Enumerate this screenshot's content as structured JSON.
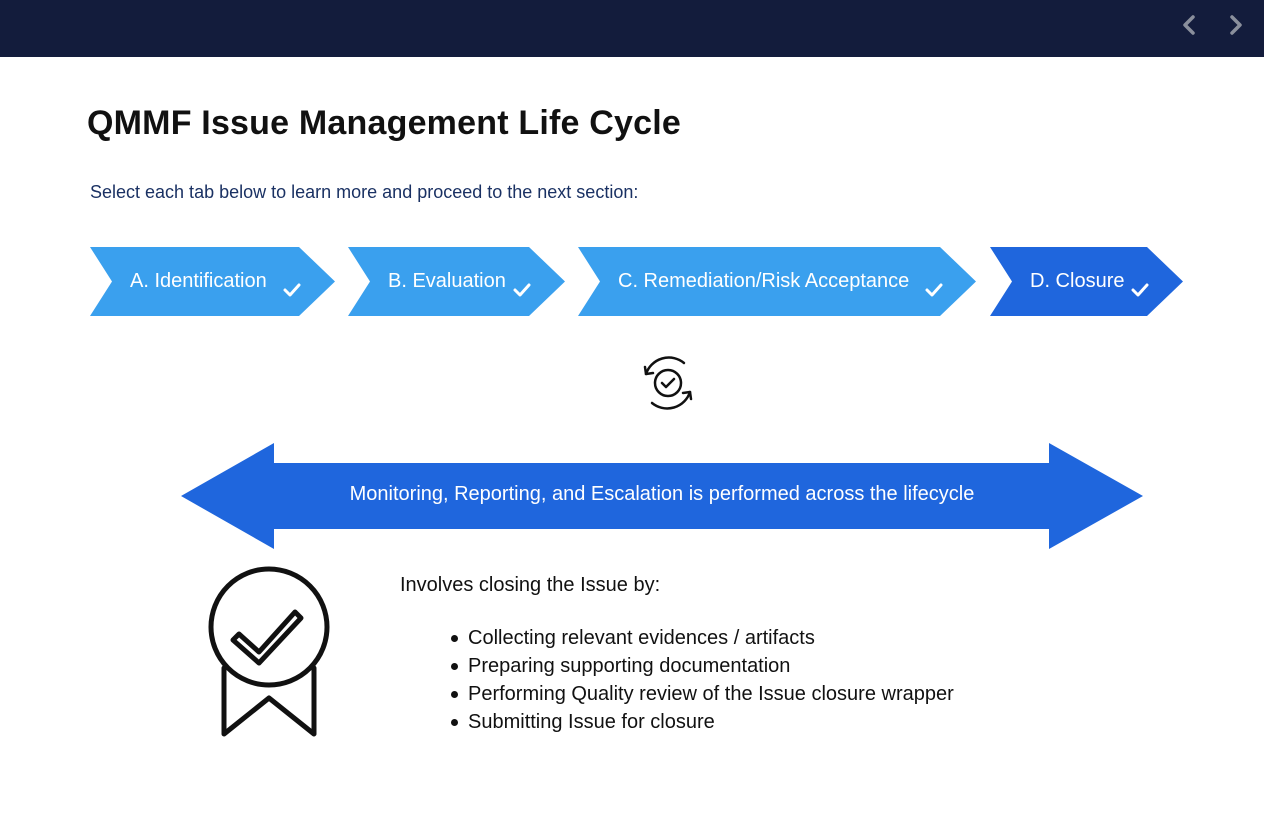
{
  "header": {
    "prev_icon": "chevron-left-icon",
    "next_icon": "chevron-right-icon"
  },
  "page": {
    "title": "QMMF Issue Management Life Cycle",
    "instruction": "Select each tab below to learn more and proceed to the next section:"
  },
  "tabs": [
    {
      "label": "A. Identification",
      "completed": true,
      "color": "#3aa0ee"
    },
    {
      "label": "B. Evaluation",
      "completed": true,
      "color": "#3aa0ee"
    },
    {
      "label": "C. Remediation/Risk Acceptance",
      "completed": true,
      "color": "#3aa0ee"
    },
    {
      "label": "D. Closure",
      "completed": true,
      "active": true,
      "color": "#1f66dd"
    }
  ],
  "cycle_icon": "cycle-check-icon",
  "banner": {
    "text": "Monitoring, Reporting, and Escalation is performed across the lifecycle",
    "color": "#1f66dd"
  },
  "content": {
    "icon": "award-badge-icon",
    "intro": "Involves closing the Issue by:",
    "items": [
      "Collecting relevant evidences / artifacts",
      "Preparing supporting documentation",
      "Performing Quality review of the Issue closure wrapper",
      "Submitting Issue for closure"
    ]
  },
  "colors": {
    "topbar": "#131c3c",
    "tab_inactive": "#3aa0ee",
    "tab_active": "#1f66dd",
    "instruction_text": "#1a3163"
  }
}
